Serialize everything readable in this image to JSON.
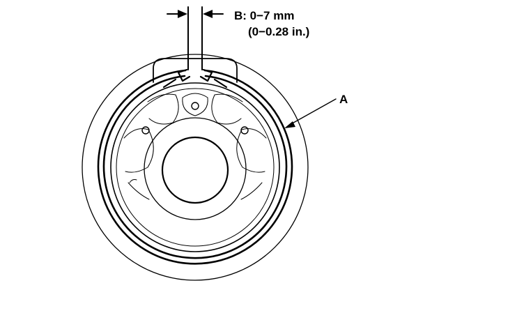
{
  "labels": {
    "gap_label_line1": "B: 0−7 mm",
    "gap_label_line2": "(0−0.28 in.)",
    "part_label": "A"
  },
  "colors": {
    "ink": "#000000",
    "paper": "#ffffff"
  }
}
